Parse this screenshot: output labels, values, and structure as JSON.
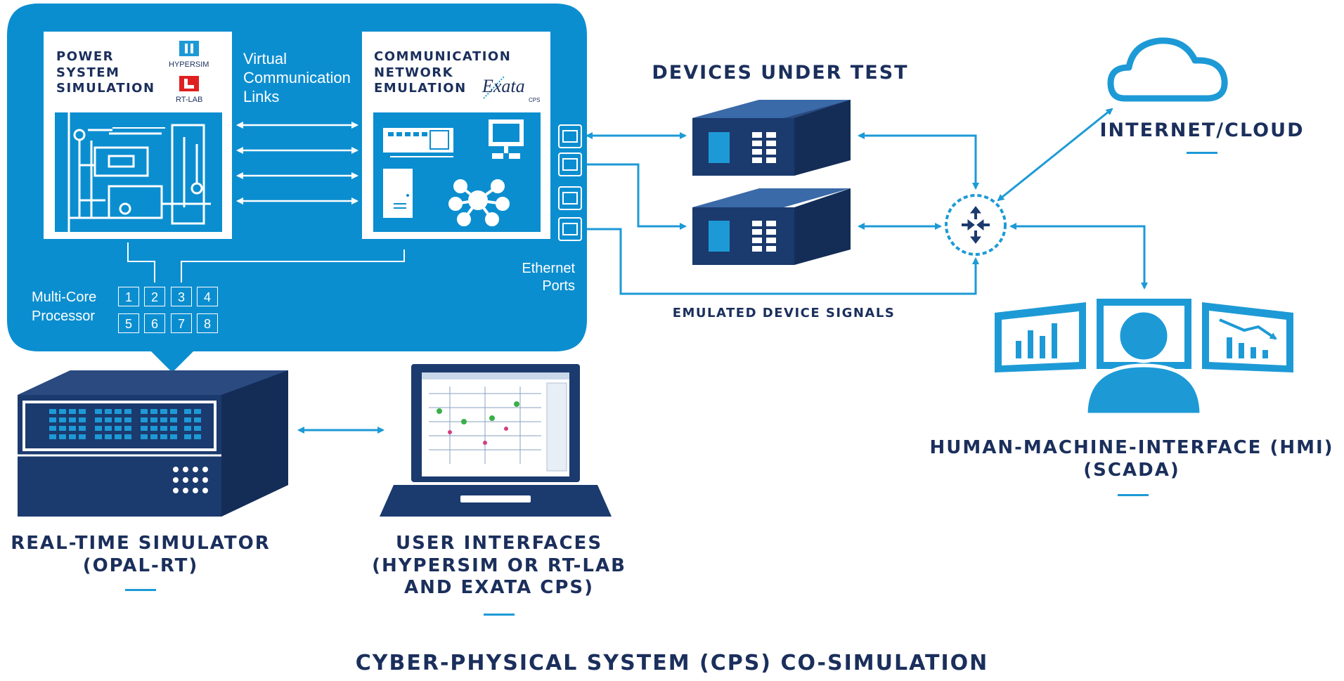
{
  "diagram": {
    "power_system": {
      "title": "POWER\nSYSTEM\nSIMULATION",
      "logo1": "HYPERSIM",
      "logo2": "RT-LAB"
    },
    "virtual_links": "Virtual\nCommunication\nLinks",
    "comm_network": {
      "title": "COMMUNICATION\nNETWORK\nEMULATION",
      "logo": "Exata",
      "logo_sub": "CPS"
    },
    "ethernet_ports": "Ethernet\nPorts",
    "multi_core": {
      "label": "Multi-Core\nProcessor",
      "cores": [
        "1",
        "2",
        "3",
        "4",
        "5",
        "6",
        "7",
        "8"
      ]
    },
    "devices_under_test": "DEVICES UNDER TEST",
    "internet_cloud": "INTERNET/CLOUD",
    "emulated_signals": "EMULATED DEVICE SIGNALS",
    "hmi": "HUMAN-MACHINE-INTERFACE (HMI)\n(SCADA)",
    "real_time_simulator": "REAL-TIME SIMULATOR\n(OPAL-RT)",
    "user_interfaces": "USER INTERFACES\n(HYPERSIM OR RT-LAB\nAND EXATA CPS)",
    "footer_title": "CYBER-PHYSICAL SYSTEM (CPS) CO-SIMULATION"
  },
  "colors": {
    "navy": "#1b2f5c",
    "blue": "#1d9ad6",
    "panel_blue": "#0b8ed0",
    "white": "#ffffff"
  }
}
